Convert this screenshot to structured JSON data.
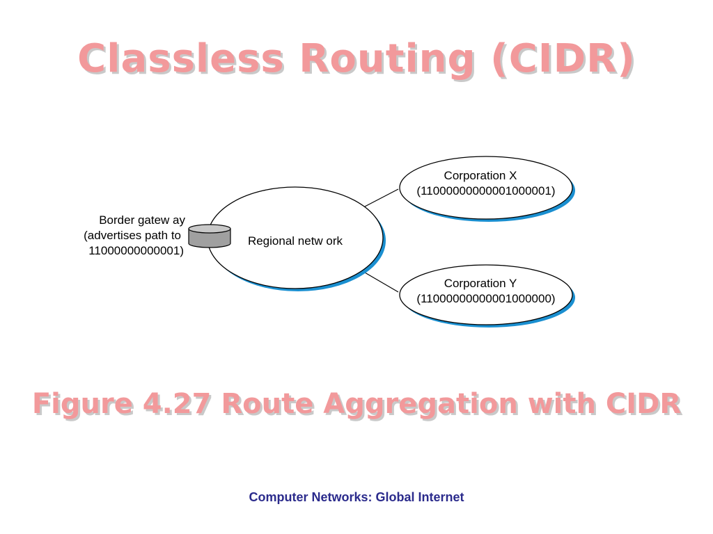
{
  "slide": {
    "title": "Classless Routing (CIDR)",
    "caption": "Figure 4.27 Route Aggregation with CIDR",
    "footer": "Computer Networks: Global Internet"
  },
  "colors": {
    "title": "#f2999b",
    "footer": "#2b2b8c",
    "shadow": "#1a8fd0",
    "router_fill": "#a0a0a0"
  },
  "diagram": {
    "border_gateway": {
      "line1": "Border gatew ay",
      "line2": "(advertises path to",
      "line3": "11000000000001)",
      "icon": "router-cylinder-icon"
    },
    "regional_network": {
      "label": "Regional netw ork"
    },
    "corp_x": {
      "name": "Corporation X",
      "address": "(11000000000001000001)"
    },
    "corp_y": {
      "name": "Corporation Y",
      "address": "(11000000000001000000)"
    }
  }
}
